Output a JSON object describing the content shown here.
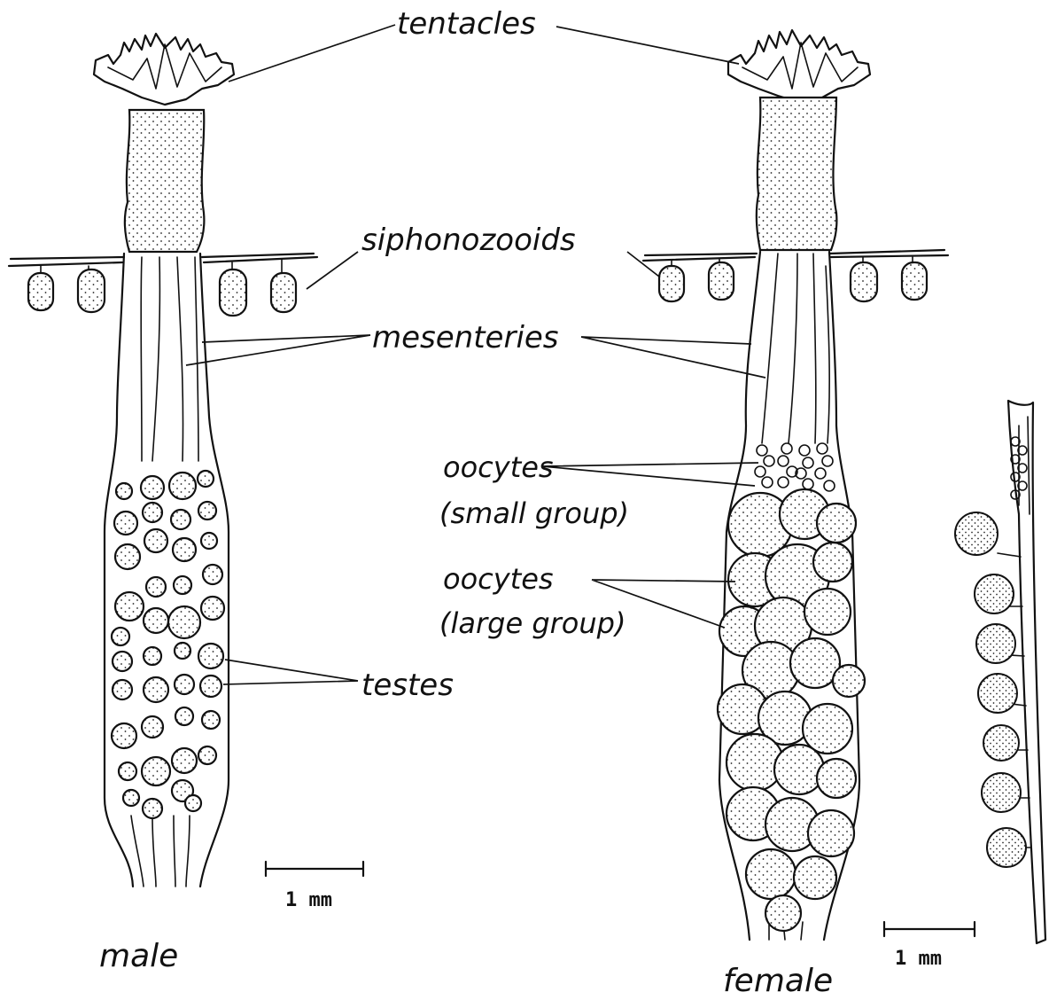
{
  "labels": {
    "tentacles": "tentacles",
    "siphonozooids": "siphonozooids",
    "mesenteries": "mesenteries",
    "oocytes_small_1": "oocytes",
    "oocytes_small_2": "(small group)",
    "oocytes_large_1": "oocytes",
    "oocytes_large_2": "(large group)",
    "testes": "testes",
    "male": "male",
    "female": "female"
  },
  "scale_bars": {
    "left": "1 mm",
    "right": "1 mm"
  }
}
